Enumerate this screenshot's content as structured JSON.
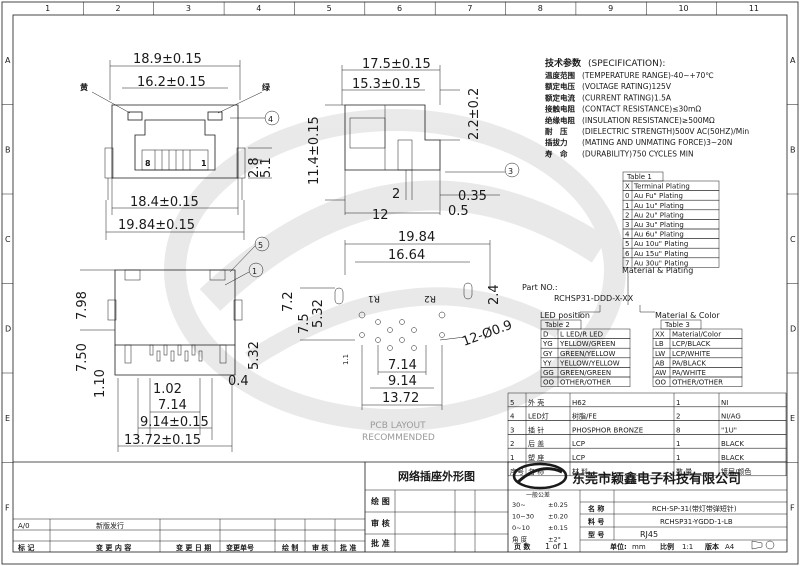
{
  "border": {
    "cols": [
      "1",
      "2",
      "3",
      "4",
      "5",
      "6",
      "7",
      "8",
      "9",
      "10",
      "11"
    ],
    "rows": [
      "A",
      "B",
      "C",
      "D",
      "E",
      "F"
    ]
  },
  "front_view": {
    "dim_outer": "18.9±0.15",
    "dim_inner": "16.2±0.15",
    "label_left": "黄",
    "label_right": "绿",
    "pin8": "8",
    "pin1": "1",
    "dim_bottom": "18.4±0.15",
    "dim_total": "19.84±0.15",
    "dim_h1": "2.8",
    "dim_h2": "5.1",
    "callout_4": "4"
  },
  "side_view": {
    "dim_top": "17.5±0.15",
    "dim_mid": "15.3±0.15",
    "dim_right": "2.2±0.2",
    "dim_height": "11.4±0.15",
    "dim_2": "2",
    "dim_035": "0.35",
    "dim_05": "0.5",
    "dim_12": "12",
    "callout_3": "3"
  },
  "specs": {
    "title": "技术参数",
    "title_en": "(SPECIFICATION):",
    "items": [
      {
        "cn": "温度范围",
        "en": "(TEMPERATURE RANGE)-40~+70℃"
      },
      {
        "cn": "额定电压",
        "en": "(VOLTAGE RATING)125V"
      },
      {
        "cn": "额定电流",
        "en": "(CURRENT RATING)1.5A"
      },
      {
        "cn": "接触电阻",
        "en": "(CONTACT RESISTANCE)≤30mΩ"
      },
      {
        "cn": "绝缘电阻",
        "en": "(INSULATION RESISTANCE)≥500MΩ"
      },
      {
        "cn": "耐　压",
        "en": "(DIELECTRIC STRENGTH)500V AC(50HZ)/Min"
      },
      {
        "cn": "插拔力",
        "en": "(MATING AND UNMATING FORCE)3~20N"
      },
      {
        "cn": "寿　命",
        "en": "(DURABILITY)750 CYCLES MIN"
      }
    ]
  },
  "table1": {
    "caption": "Table 1",
    "header": [
      "X",
      "Terminal Plating"
    ],
    "rows": [
      [
        "0",
        "Au Fu\" Plating"
      ],
      [
        "1",
        "Au 1u\" Plating"
      ],
      [
        "2",
        "Au 2u\" Plating"
      ],
      [
        "3",
        "Au 3u\" Plating"
      ],
      [
        "4",
        "Au 6u\" Plating"
      ],
      [
        "5",
        "Au 10u\" Plating"
      ],
      [
        "6",
        "Au 15u\" Plating"
      ],
      [
        "7",
        "Au 30u\" Plating"
      ]
    ],
    "footer": "Material & Plating"
  },
  "part_no": {
    "label": "Part NO.:",
    "code": "RCHSP31-DDD-X-XX",
    "led_label": "LED position",
    "mat_label": "Material & Color"
  },
  "table2": {
    "caption": "Table 2",
    "rows": [
      [
        "D",
        "L LED/R LED"
      ],
      [
        "YG",
        "YELLOW/GREEN"
      ],
      [
        "GY",
        "GREEN/YELLOW"
      ],
      [
        "YY",
        "YELLOW/YELLOW"
      ],
      [
        "GG",
        "GREEN/GREEN"
      ],
      [
        "OO",
        "OTHER/OTHER"
      ]
    ]
  },
  "table3": {
    "caption": "Table 3",
    "rows": [
      [
        "XX",
        "Material/Color"
      ],
      [
        "LB",
        "LCP/BLACK"
      ],
      [
        "LW",
        "LCP/WHITE"
      ],
      [
        "AB",
        "PA/BLACK"
      ],
      [
        "AW",
        "PA/WHITE"
      ],
      [
        "OO",
        "OTHER/OTHER"
      ]
    ]
  },
  "pcb_layout": {
    "dim_top": "19.84",
    "dim_second": "16.64",
    "dim_72": "7.2",
    "dim_75": "7.5",
    "dim_532": "5.32",
    "dim_24": "2.4",
    "r1": "R1",
    "r2": "R2",
    "hole": "12-Ø0.9",
    "dim_11": "1.1",
    "dim_714": "7.14",
    "dim_914": "9.14",
    "dim_1372": "13.72",
    "caption1": "PCB LAYOUT",
    "caption2": "RECOMMENDED"
  },
  "bottom_view": {
    "dim_798": "7.98",
    "dim_750": "7.50",
    "dim_532": "5.32",
    "dim_110": "1.10",
    "dim_102": "1.02",
    "dim_04": "0.4",
    "dim_714": "7.14",
    "dim_914": "9.14±0.15",
    "dim_1372": "13.72±0.15",
    "callout_1": "1",
    "callout_5": "5"
  },
  "bom": {
    "rows": [
      [
        "5",
        "外 壳",
        "H62",
        "1",
        "NI"
      ],
      [
        "4",
        "LED灯",
        "树脂/FE",
        "2",
        "NI/AG"
      ],
      [
        "3",
        "插 针",
        "PHOSPHOR BRONZE",
        "8",
        "\"1U\""
      ],
      [
        "2",
        "后 盖",
        "LCP",
        "1",
        "BLACK"
      ],
      [
        "1",
        "塑 座",
        "LCP",
        "1",
        "BLACK"
      ]
    ],
    "header": [
      "序号",
      "名 称",
      "材 料",
      "数 量",
      "镀层/颜色"
    ]
  },
  "title_block": {
    "drawing_title": "网络插座外形图",
    "company": "东莞市颖鑫电子科技有限公司",
    "draw": "绘 图",
    "check": "审 核",
    "approve": "批 准",
    "tol_title": "一般公差",
    "tol": [
      [
        "30~",
        "±0.25"
      ],
      [
        "10~30",
        "±0.20"
      ],
      [
        "0~10",
        "±0.15"
      ],
      [
        "角 度",
        "±2°"
      ]
    ],
    "name_label": "名 称",
    "name_value": "RCH-SP-31(带灯带弹短针)",
    "part_label": "料 号",
    "part_value": "RCHSP31-YGDD-1-LB",
    "model_label": "型 号",
    "model_value": "RJ45",
    "page_label": "页 数",
    "page_value": "1 of 1",
    "unit_label": "单位:",
    "unit_value": "mm",
    "scale_label": "比例",
    "scale_value": "1:1",
    "size_label": "版本",
    "size_value": "A4"
  },
  "revision": {
    "rev": "A/0",
    "desc": "新版发行",
    "headers": [
      "标 记",
      "变 更 内 容",
      "变 更 日 期",
      "变更单号",
      "绘 制",
      "审 核",
      "批 准"
    ]
  }
}
